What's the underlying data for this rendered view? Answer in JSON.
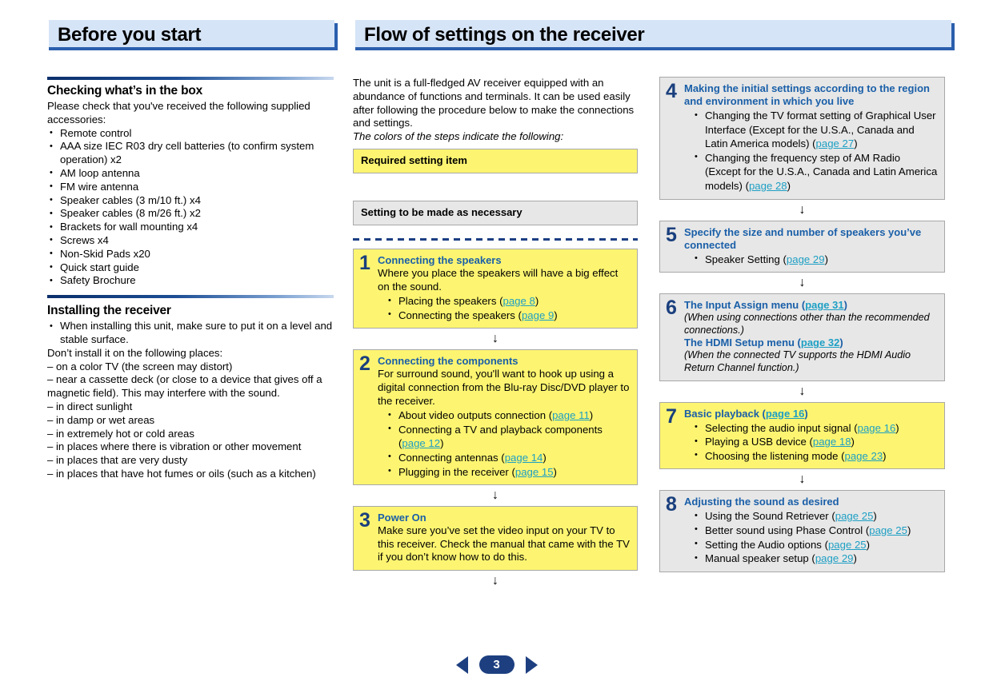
{
  "headers": {
    "left": "Before you start",
    "right": "Flow of settings on the receiver"
  },
  "left_column": {
    "section1": {
      "heading": "Checking what’s in the box",
      "intro": "Please check that you've received the following supplied accessories:",
      "items": [
        "Remote control",
        "AAA size IEC R03 dry cell batteries (to confirm system operation) x2",
        "AM loop antenna",
        "FM wire antenna",
        "Speaker cables (3 m/10 ft.) x4",
        "Speaker cables (8 m/26 ft.) x2",
        "Brackets for wall mounting x4",
        "Screws x4",
        "Non-Skid Pads x20",
        "Quick start guide",
        "Safety Brochure"
      ]
    },
    "section2": {
      "heading": "Installing the receiver",
      "bullet": "When installing this unit, make sure to put it on a level and stable surface.",
      "lead": "Don’t install it on the following places:",
      "items": [
        "– on a color TV (the screen may distort)",
        "– near a cassette deck (or close to a device that gives off a magnetic field). This may interfere with the sound.",
        "– in direct sunlight",
        "– in damp or wet areas",
        "– in extremely hot or cold areas",
        "– in places where there is vibration or other movement",
        "– in places that are very dusty",
        "– in places that have hot fumes or oils (such as a kitchen)"
      ]
    }
  },
  "middle_column": {
    "intro": "The unit is a full-fledged AV receiver equipped with an abundance of functions and terminals. It can be used easily after following the procedure below to make the connections and settings.",
    "intro_italic": "The colors of the steps indicate the following:",
    "legend_required": "Required setting item",
    "legend_optional": "Setting to be made as necessary",
    "arrow_glyph": "↓",
    "steps": [
      {
        "num": "1",
        "title": "Connecting the speakers",
        "body": "Where you place the speakers will have a big effect on the sound.",
        "list": [
          {
            "text": "Placing the speakers (",
            "link": "page 8",
            "tail": ")"
          },
          {
            "text": "Connecting the speakers (",
            "link": "page 9",
            "tail": ")"
          }
        ]
      },
      {
        "num": "2",
        "title": "Connecting the components",
        "body": "For surround sound, you'll want to hook up using a digital connection from the Blu-ray Disc/DVD player to the receiver.",
        "list": [
          {
            "text": "About video outputs connection (",
            "link": "page 11",
            "tail": ")"
          },
          {
            "text": "Connecting a TV and playback components (",
            "link": "page 12",
            "tail": ")"
          },
          {
            "text": "Connecting antennas (",
            "link": "page 14",
            "tail": ")"
          },
          {
            "text": "Plugging in the receiver (",
            "link": "page 15",
            "tail": ")"
          }
        ]
      },
      {
        "num": "3",
        "title": "Power On",
        "body": "Make sure you’ve set the video input on your TV to this receiver. Check the manual that came with the TV if you don’t know how to do this.",
        "list": []
      }
    ]
  },
  "right_column": {
    "steps": [
      {
        "num": "4",
        "title": "Making the initial settings according to the region and environment in which you live",
        "list": [
          {
            "text": "Changing the TV format setting of Graphical User Interface (Except for the U.S.A., Canada and Latin America models) (",
            "link": "page 27",
            "tail": ")"
          },
          {
            "text": "Changing the frequency step of AM Radio (Except for the U.S.A., Canada and Latin America models) (",
            "link": "page 28",
            "tail": ")"
          }
        ]
      },
      {
        "num": "5",
        "title": "Specify the size and number of speakers you’ve connected",
        "list": [
          {
            "text": "Speaker Setting (",
            "link": "page 29",
            "tail": ")"
          }
        ]
      },
      {
        "num": "6",
        "title_pre": "The Input Assign menu (",
        "title_link": "page 31",
        "title_post": ")",
        "italic1": "(When using connections other than the recommended connections.)",
        "subtitle_pre": "The HDMI Setup menu (",
        "subtitle_link": "page 32",
        "subtitle_post": ")",
        "italic2": "(When the connected TV supports the HDMI Audio Return Channel function.)"
      },
      {
        "num": "7",
        "title_pre": "Basic playback (",
        "title_link": "page 16",
        "title_post": ")",
        "list": [
          {
            "text": "Selecting the audio input signal (",
            "link": "page 16",
            "tail": ")"
          },
          {
            "text": "Playing a USB device (",
            "link": "page 18",
            "tail": ")"
          },
          {
            "text": "Choosing the listening mode (",
            "link": "page 23",
            "tail": ")"
          }
        ]
      },
      {
        "num": "8",
        "title": "Adjusting the sound as desired",
        "list": [
          {
            "text": "Using the Sound Retriever (",
            "link": "page 25",
            "tail": ")"
          },
          {
            "text": "Better sound using Phase Control (",
            "link": "page 25",
            "tail": ")"
          },
          {
            "text": "Setting the Audio options (",
            "link": "page 25",
            "tail": ")"
          },
          {
            "text": "Manual speaker setup (",
            "link": "page 29",
            "tail": ")"
          }
        ]
      }
    ]
  },
  "footer": {
    "prev_label": "◀",
    "page_number": "3",
    "next_label": "▶"
  },
  "colors": {
    "header_bar": "#d6e4f7",
    "header_rule": "#2b5fad",
    "required_yellow": "#fdf571",
    "optional_gray": "#e7e7e7",
    "step_title_blue": "#1a5fa8",
    "step_num_blue": "#1a3f7d",
    "link_teal": "#1d9fc4",
    "footer_navy": "#1d3f80"
  }
}
